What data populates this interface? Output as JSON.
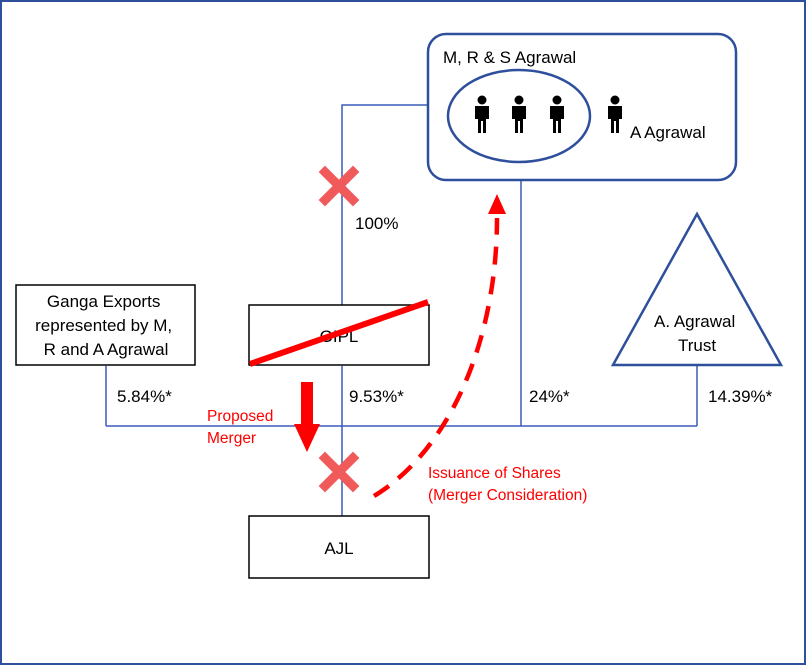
{
  "colors": {
    "frame": "#2e4f9c",
    "connector": "#3a5bb8",
    "accent_red": "#ff0000",
    "cross_red": "#f15a5a",
    "box_border": "#000000",
    "text": "#000000"
  },
  "shareholders_group": {
    "title": "M, R & S Agrawal",
    "extra_member": "A Agrawal",
    "icons": [
      "person-icon",
      "person-icon",
      "person-icon",
      "person-icon"
    ]
  },
  "ganga_box": {
    "line1": "Ganga Exports",
    "line2": "represented by M,",
    "line3": "R and A Agrawal"
  },
  "gipl_box": {
    "label": "GIPL",
    "struck_out": true
  },
  "trust": {
    "line1": "A. Agrawal",
    "line2": "Trust"
  },
  "ajl_box": {
    "label": "AJL"
  },
  "percentages": {
    "gipl_ownership": "100%",
    "ganga_stake": "5.84%*",
    "gipl_stake": "9.53%*",
    "agrawal_stake": "24%*",
    "trust_stake": "14.39%*"
  },
  "annotations": {
    "proposed_merger_1": "Proposed",
    "proposed_merger_2": "Merger",
    "issuance_1": "Issuance of Shares",
    "issuance_2": "(Merger Consideration)"
  },
  "markers": [
    "cross-icon",
    "cross-icon"
  ]
}
